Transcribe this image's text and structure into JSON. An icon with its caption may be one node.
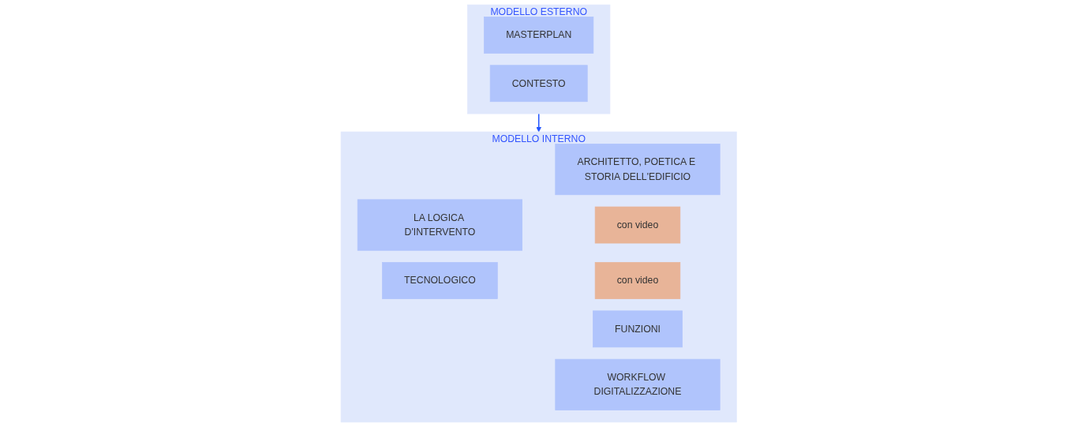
{
  "diagram": {
    "nodes": [
      {
        "text": [
          "MODELLO ESTERNO"
        ]
      },
      {
        "text": [
          "MASTERPLAN"
        ],
        "in": 0
      },
      {
        "text": [
          "CONTESTO"
        ],
        "in": 0
      },
      {
        "text": [
          "MODELLO INTERNO"
        ]
      },
      {
        "text": [
          "ARCHITETTO, POETICA E STORIA DELL'EDIFICIO"
        ],
        "in": 3
      },
      {
        "text": [
          "LA LOGICA D'INTERVENTO"
        ],
        "in": 3
      },
      {
        "text": [
          "FUNZIONI"
        ],
        "in": 3
      },
      {
        "text": [
          "WORKFLOW DIGITALIZZAZIONE"
        ],
        "in": 3
      },
      {
        "text": [
          "TECNOLOGICO"
        ],
        "in": 3
      },
      {
        "text": [
          "con video"
        ],
        "in": 3
      },
      {
        "text": [
          "con video"
        ],
        "in": 3
      }
    ],
    "edges": [
      {
        "from": 0,
        "to": 3,
        "arrow": "to"
      }
    ]
  }
}
